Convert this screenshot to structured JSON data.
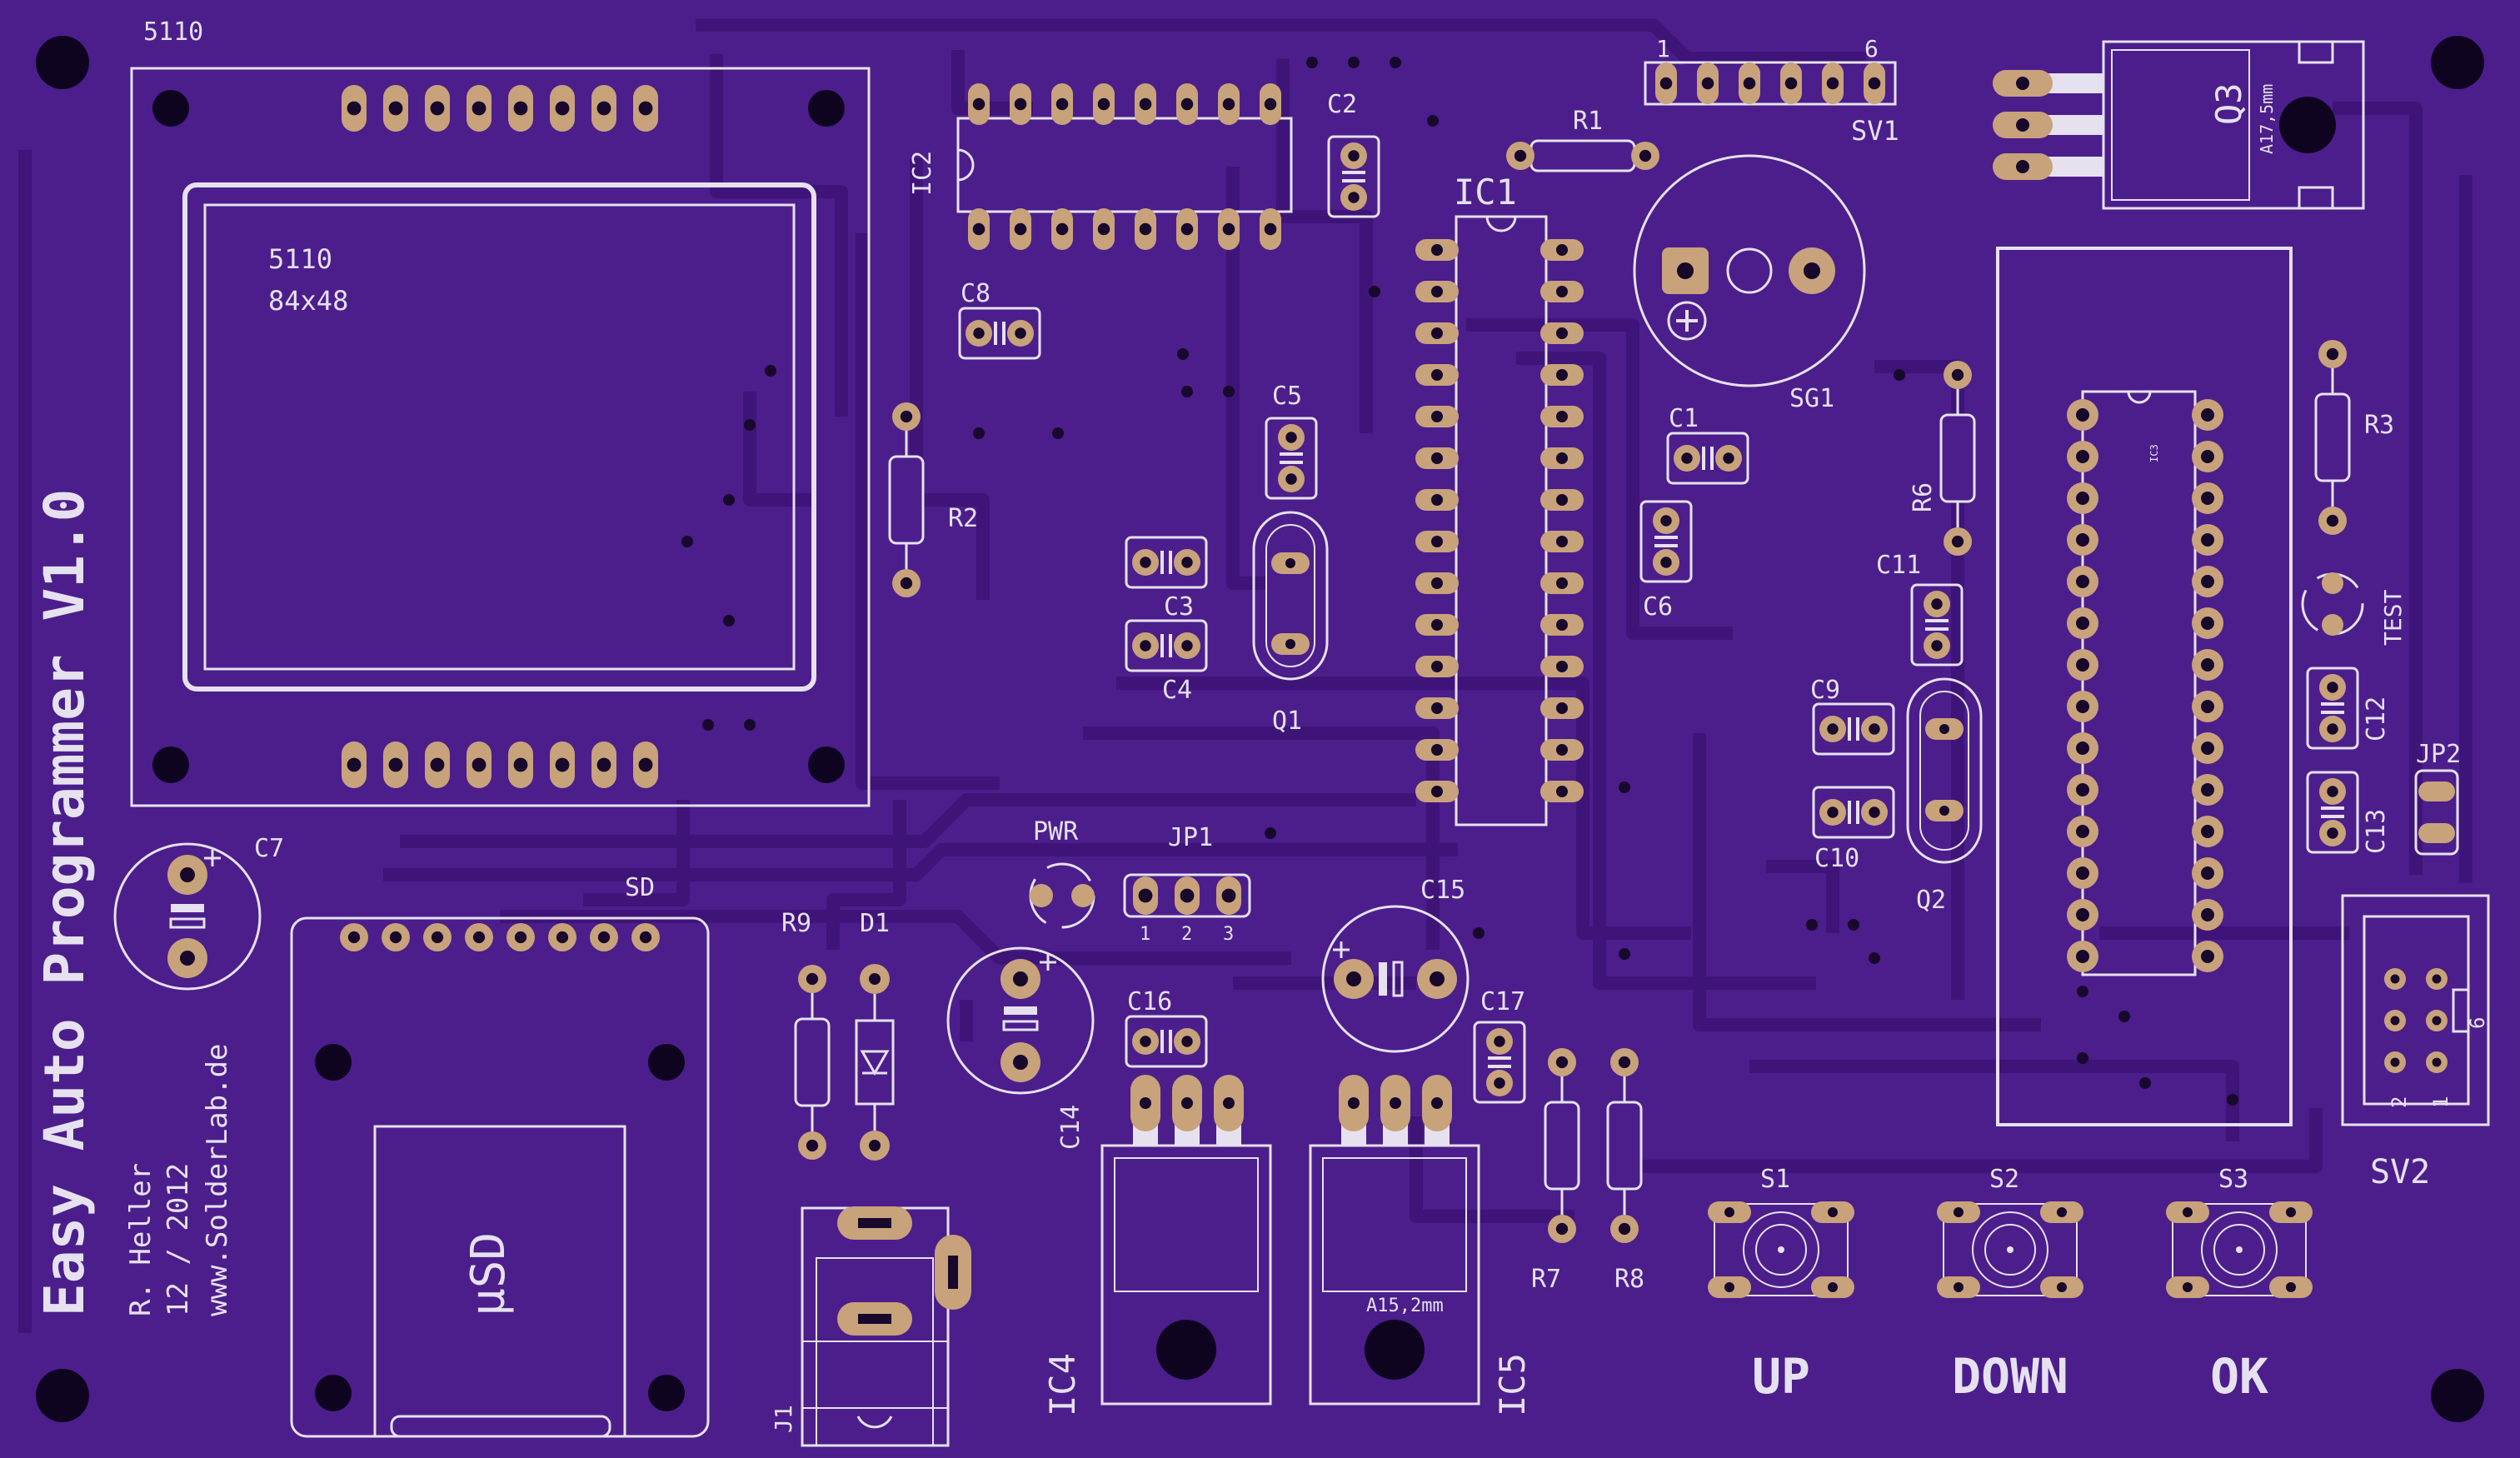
{
  "colors": {
    "board": "#4b1e8c",
    "trace": "#3f1478",
    "silk": "#e6e1ef",
    "pad": "#c8a27a",
    "hole": "#17082c"
  },
  "board_text": {
    "title": "Easy Auto Programmer V1.0",
    "author": "R. Heller",
    "date": "12 / 2012",
    "website": "www.SolderLab.de"
  },
  "lcd": {
    "label": "5110",
    "model": "5110",
    "resolution": "84x48"
  },
  "sd": {
    "label": "SD",
    "card": "µSD"
  },
  "buttons": [
    {
      "ref": "S1",
      "caption": "UP"
    },
    {
      "ref": "S2",
      "caption": "DOWN"
    },
    {
      "ref": "S3",
      "caption": "OK"
    }
  ],
  "refs": {
    "ic1": "IC1",
    "ic2": "IC2",
    "ic3": "IC3",
    "ic4": "IC4",
    "ic5": "IC5",
    "q1": "Q1",
    "q2": "Q2",
    "q3": "Q3",
    "r1": "R1",
    "r2": "R2",
    "r3": "R3",
    "r6": "R6",
    "r7": "R7",
    "r8": "R8",
    "r9": "R9",
    "c1": "C1",
    "c2": "C2",
    "c3": "C3",
    "c4": "C4",
    "c5": "C5",
    "c6": "C6",
    "c7": "C7",
    "c8": "C8",
    "c9": "C9",
    "c10": "C10",
    "c11": "C11",
    "c12": "C12",
    "c13": "C13",
    "c14": "C14",
    "c15": "C15",
    "c16": "C16",
    "c17": "C17",
    "d1": "D1",
    "sg1": "SG1",
    "sv1": "SV1",
    "sv2": "SV2",
    "jp1": "JP1",
    "jp2": "JP2",
    "j1": "J1",
    "pwr": "PWR",
    "test": "TEST"
  },
  "pin_numbers": {
    "sv1_first": "1",
    "sv1_last": "6",
    "jp1_1": "1",
    "jp1_2": "2",
    "jp1_3": "3",
    "sv2_2": "2",
    "sv2_1": "1",
    "sv2_6": "6"
  },
  "package_notes": {
    "q3": "A17,5mm",
    "ic5": "A15,2mm"
  }
}
